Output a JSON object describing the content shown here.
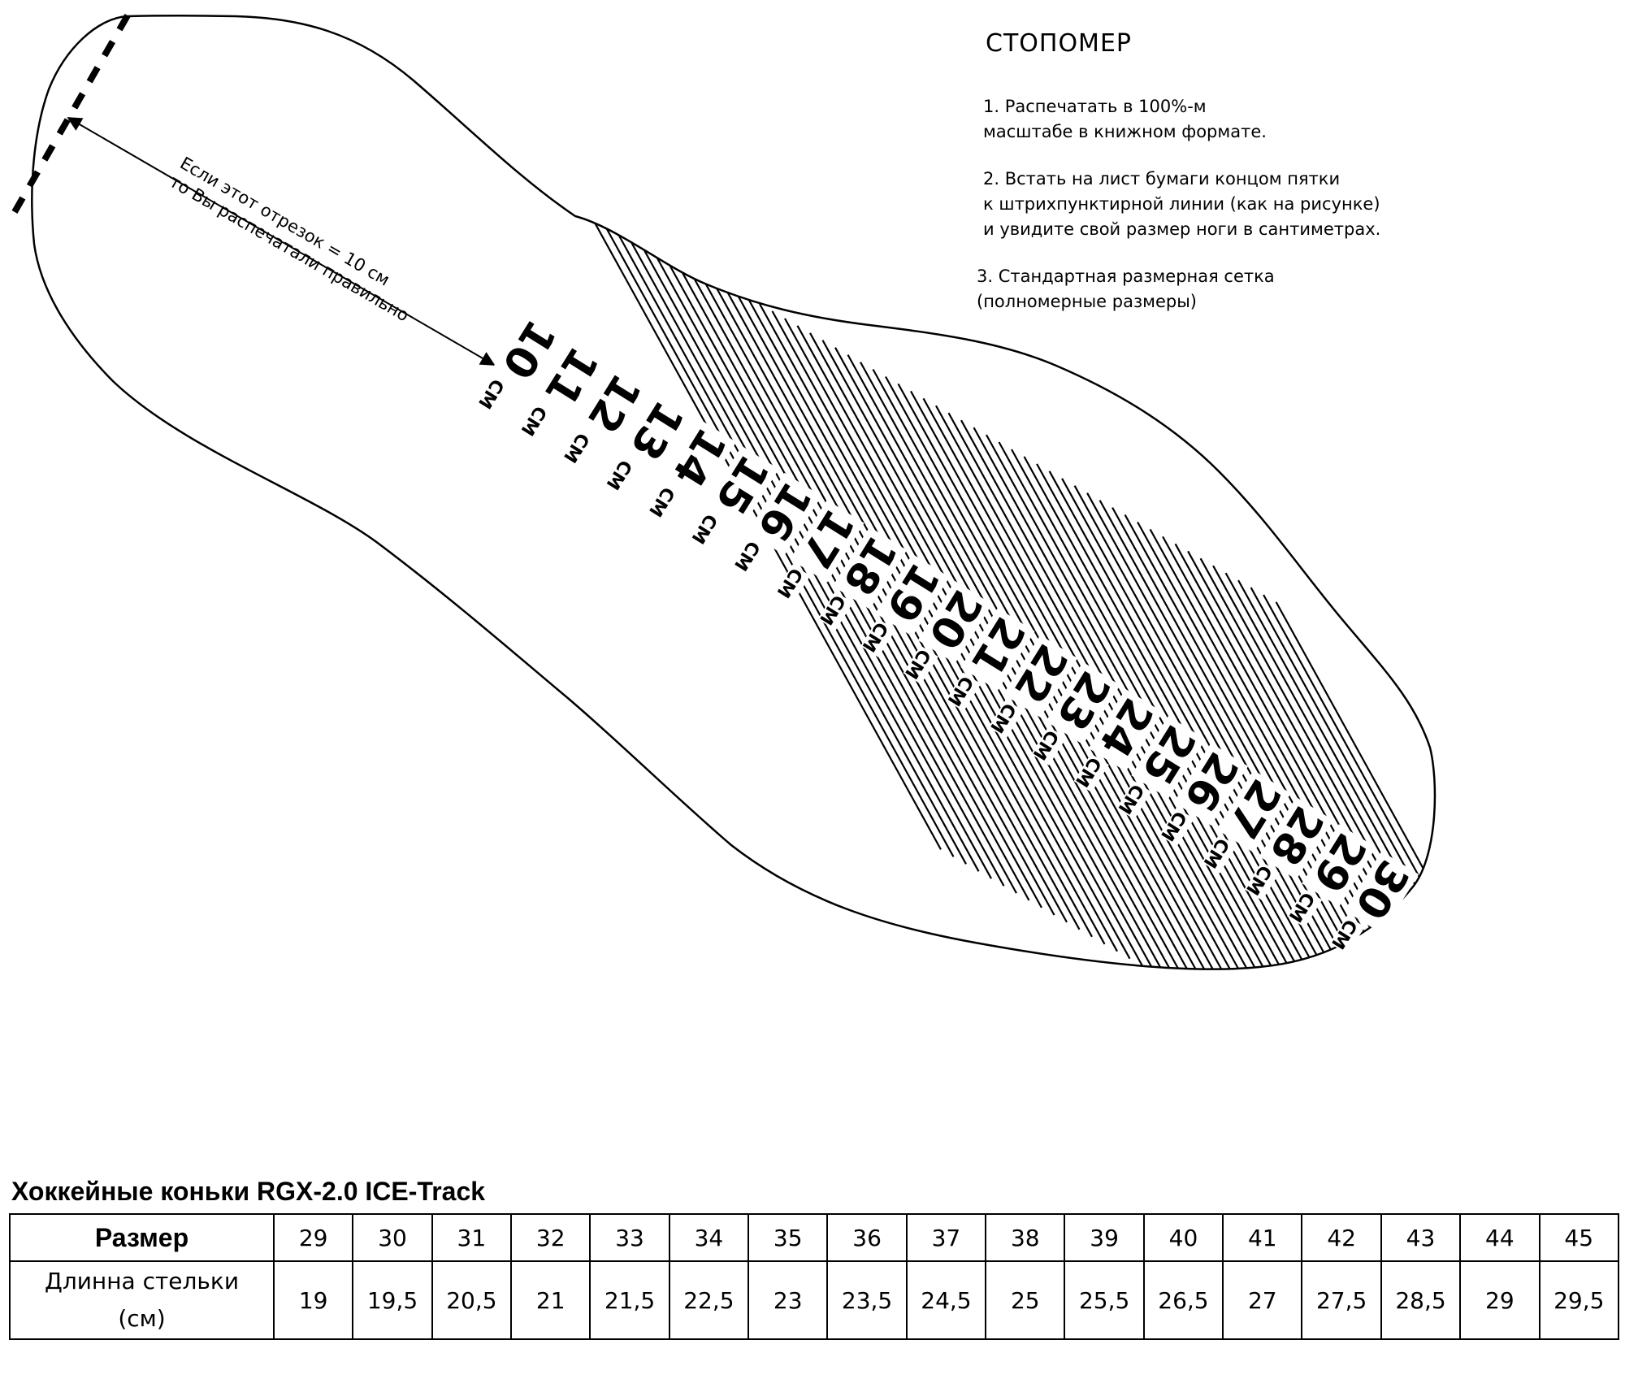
{
  "title": "СТОПОМЕР",
  "instructions": [
    "1. Распечатать в 100%-м\nмасштабе в книжном формате.",
    "2. Встать на лист бумаги концом пятки\n к штрихпунктирной линии (как на рисунке)\n и увидите свой размер ноги в сантиметрах.",
    "3. Стандартная размерная сетка\n(полномерные размеры)"
  ],
  "ruler": {
    "note": "Если этот отрезок = 10 см\nто Вы распечатали правильно",
    "unit": "СМ",
    "marks": [
      "10",
      "11",
      "12",
      "13",
      "14",
      "15",
      "16",
      "17",
      "18",
      "19",
      "20",
      "21",
      "22",
      "23",
      "24",
      "25",
      "26",
      "27",
      "28",
      "29",
      "30"
    ]
  },
  "table": {
    "title": "Хоккейные коньки RGX-2.0 ICE-Track",
    "row1_label": "Размер",
    "row2_label": "Длинна стельки\n(см)",
    "sizes": [
      "29",
      "30",
      "31",
      "32",
      "33",
      "34",
      "35",
      "36",
      "37",
      "38",
      "39",
      "40",
      "41",
      "42",
      "43",
      "44",
      "45"
    ],
    "lengths": [
      "19",
      "19,5",
      "20,5",
      "21",
      "21,5",
      "22,5",
      "23",
      "23,5",
      "24,5",
      "25",
      "25,5",
      "26,5",
      "27",
      "27,5",
      "28,5",
      "29",
      "29,5"
    ]
  }
}
